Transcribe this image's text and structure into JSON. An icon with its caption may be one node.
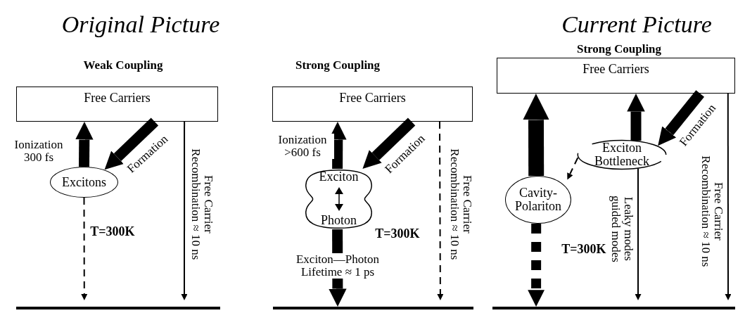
{
  "diagram": {
    "nodes": [
      {
        "text": [
          "Free Carriers"
        ]
      },
      {
        "text": [
          "Excitons"
        ]
      },
      {
        "text": [],
        "shape": "bar"
      },
      {
        "text": [
          "Free Carriers"
        ]
      },
      {
        "text": [
          "Exciton",
          "Photon"
        ]
      },
      {
        "text": [],
        "shape": "bar"
      },
      {
        "text": [
          "Free Carriers"
        ]
      },
      {
        "text": [
          "Exciton Bottleneck"
        ]
      },
      {
        "text": [
          "Cavity-Polariton"
        ]
      },
      {
        "text": [],
        "shape": "bar"
      }
    ],
    "edges": [
      {
        "from": 1,
        "to": 0,
        "arrow": "to",
        "label": "Ionization 300 fs"
      },
      {
        "from": 0,
        "to": 1,
        "arrow": "to",
        "label": "Formation"
      },
      {
        "from": 1,
        "to": 2,
        "arrow": "to",
        "style": "dashed"
      },
      {
        "from": 0,
        "to": 2,
        "arrow": "to",
        "label": "Free Carrier Recombination ≈ 10 ns"
      },
      {
        "from": 4,
        "to": 3,
        "arrow": "to",
        "label": "Ionization >600 fs"
      },
      {
        "from": 3,
        "to": 4,
        "arrow": "to",
        "label": "Formation"
      },
      {
        "from": 4,
        "to": 5,
        "arrow": "to",
        "label": "Exciton—Photon Lifetime ≈ 1 ps"
      },
      {
        "from": 3,
        "to": 5,
        "arrow": "to",
        "label": "Free Carrier Recombination ≈ 10 ns",
        "style": "dashed"
      },
      {
        "from": 8,
        "to": 6,
        "arrow": "to"
      },
      {
        "from": 7,
        "to": 6,
        "arrow": "to"
      },
      {
        "from": 6,
        "to": 7,
        "arrow": "to",
        "label": "Formation"
      },
      {
        "from": 7,
        "to": 8,
        "arrow": "to",
        "style": "dashed"
      },
      {
        "from": 8,
        "to": 9,
        "arrow": "to",
        "style": "dashed"
      },
      {
        "from": 7,
        "to": 9,
        "arrow": "to",
        "label": "Leaky modes guided modes"
      },
      {
        "from": 6,
        "to": 9,
        "arrow": "to",
        "label": "Free Carrier Recombination ≈ 10 ns"
      }
    ],
    "labels": [
      "Original Picture",
      "Current Picture",
      "Strong Coupling",
      "Weak Coupling",
      "Strong Coupling",
      "T=300K",
      "T=300K",
      "T=300K"
    ]
  }
}
